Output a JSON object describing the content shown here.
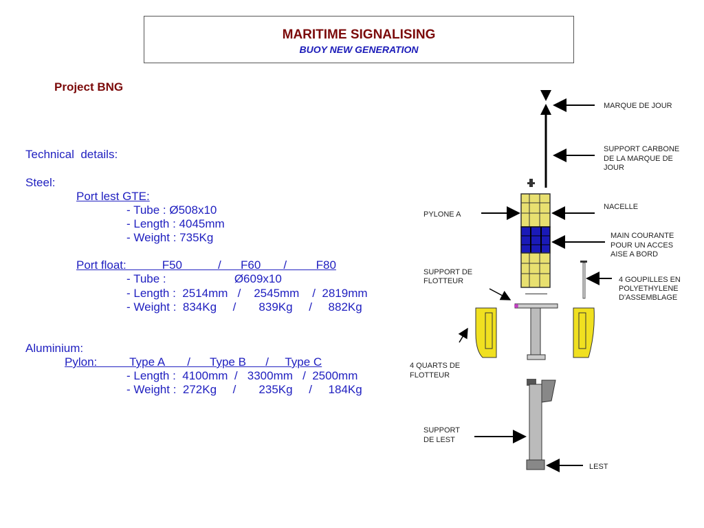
{
  "header": {
    "title": "MARITIME SIGNALISING",
    "subtitle": "BUOY NEW GENERATION"
  },
  "project": "Project BNG",
  "details": {
    "heading": "Technical  details:",
    "steel_label": "Steel:",
    "port_lest": {
      "heading": "Port lest GTE:",
      "tube": "- Tube : Ø508x10",
      "length": "- Length : 4045mm",
      "weight": "- Weight : 735Kg"
    },
    "port_float": {
      "heading": "Port float:           F50           /      F60       /         F80",
      "tube": "- Tube :                     Ø609x10",
      "length": "- Length :  2514mm   /    2545mm    /  2819mm",
      "weight": "- Weight :  834Kg     /       839Kg     /     882Kg"
    },
    "aluminium_label": "Aluminium:",
    "pylon": {
      "heading": "Pylon:          Type A       /      Type B      /     Type C",
      "length": "- Length :  4100mm  /   3300mm   /  2500mm",
      "weight": "- Weight :  272Kg     /       235Kg     /     184Kg"
    }
  },
  "diagram": {
    "labels": {
      "marque": "MARQUE DE JOUR",
      "support_carbone": [
        "SUPPORT CARBONE",
        "DE LA MARQUE DE",
        "JOUR"
      ],
      "nacelle": "NACELLE",
      "pylone": "PYLONE A",
      "main_courante": [
        "MAIN COURANTE",
        "POUR UN ACCES",
        "AISE A BORD"
      ],
      "support_flotteur": [
        "SUPPORT DE",
        "FLOTTEUR"
      ],
      "goupilles": [
        "4 GOUPILLES EN",
        "POLYETHYLENE",
        "D'ASSEMBLAGE"
      ],
      "quarts": [
        "4 QUARTS DE",
        "FLOTTEUR"
      ],
      "support_lest": [
        "SUPPORT",
        "DE LEST"
      ],
      "lest": "LEST"
    }
  }
}
